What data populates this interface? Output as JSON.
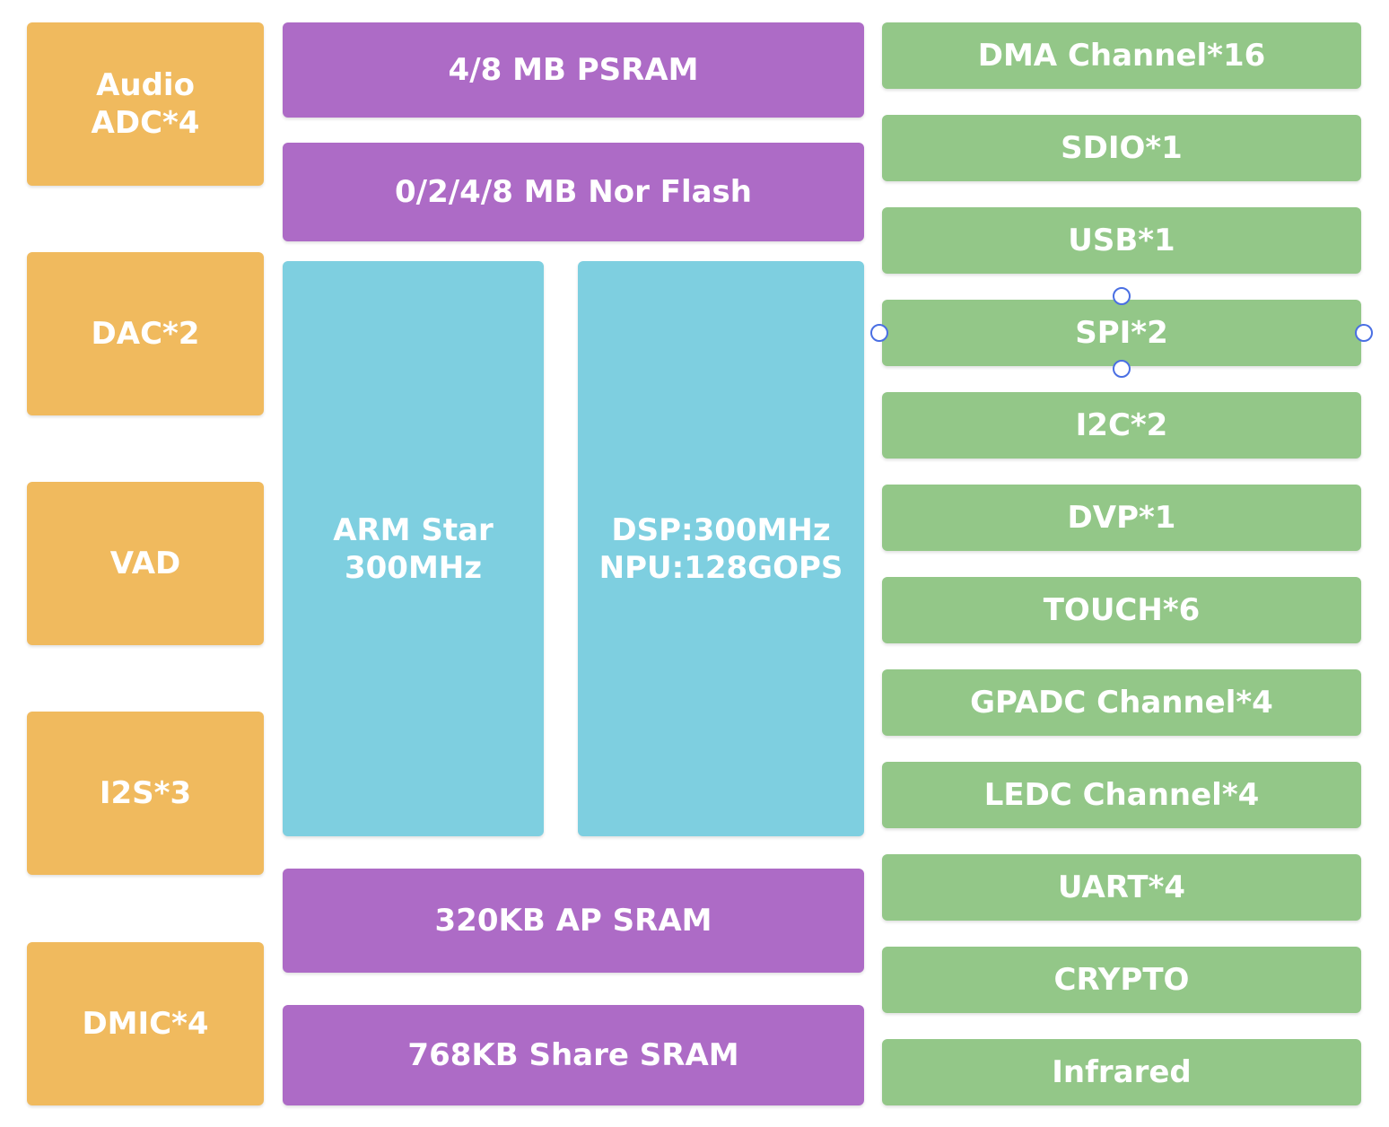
{
  "left_column": {
    "audio_adc": "Audio\nADC*4",
    "dac": "DAC*2",
    "vad": "VAD",
    "i2s": "I2S*3",
    "dmic": "DMIC*4"
  },
  "middle_column": {
    "psram": "4/8 MB PSRAM",
    "nor_flash": "0/2/4/8 MB Nor Flash",
    "arm_core": "ARM Star\n300MHz",
    "dsp_npu": "DSP:300MHz\nNPU:128GOPS",
    "ap_sram": "320KB AP SRAM",
    "share_sram": "768KB Share SRAM"
  },
  "right_column": {
    "items": [
      {
        "label": "DMA Channel*16"
      },
      {
        "label": "SDIO*1"
      },
      {
        "label": "USB*1"
      },
      {
        "label": "SPI*2"
      },
      {
        "label": "I2C*2"
      },
      {
        "label": "DVP*1"
      },
      {
        "label": "TOUCH*6"
      },
      {
        "label": "GPADC Channel*4"
      },
      {
        "label": "LEDC Channel*4"
      },
      {
        "label": "UART*4"
      },
      {
        "label": "CRYPTO"
      },
      {
        "label": "Infrared"
      }
    ]
  },
  "colors": {
    "peripheral_orange": "#F0BA5E",
    "memory_purple": "#AD6BC6",
    "core_blue": "#7ECFE0",
    "interface_green": "#93C788",
    "selection_handle": "#4A6FE3"
  }
}
